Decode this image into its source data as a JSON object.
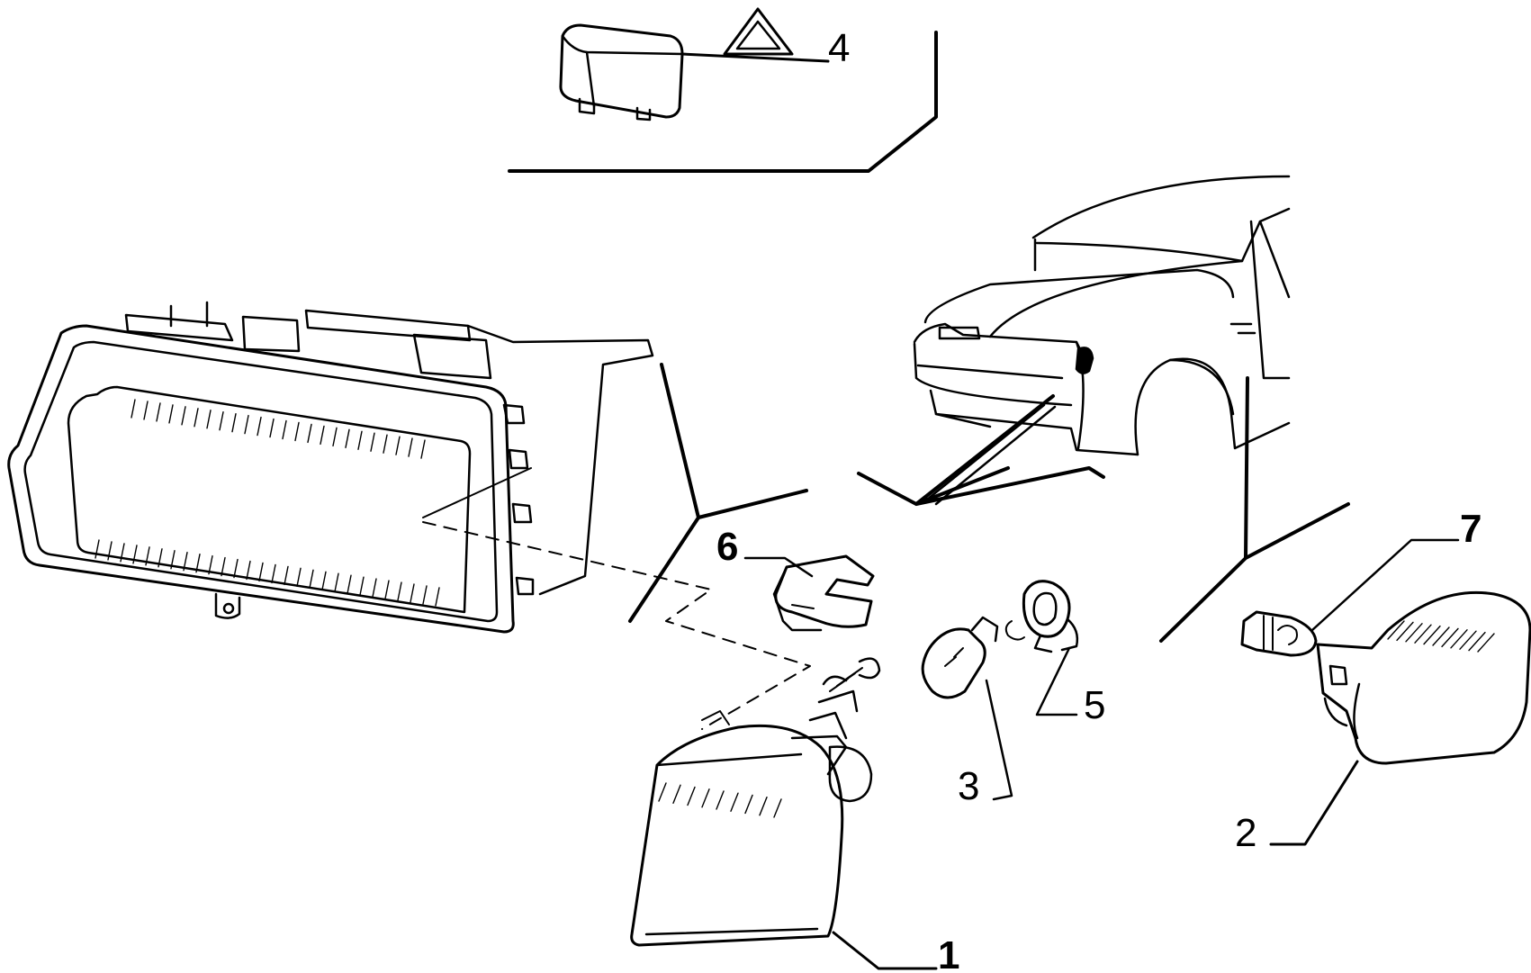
{
  "colors": {
    "ink": "#000000",
    "paper": "#ffffff"
  },
  "icons": {
    "warning": "warning-triangle-icon"
  },
  "callouts": {
    "c1": {
      "label": "1",
      "part": "turn-signal-lamp"
    },
    "c2": {
      "label": "2",
      "part": "side-repeater-lamp"
    },
    "c3": {
      "label": "3",
      "part": "turn-signal-bulb"
    },
    "c4": {
      "label": "4",
      "part": "flasher-relay"
    },
    "c5": {
      "label": "5",
      "part": "bulb-holder"
    },
    "c6": {
      "label": "6",
      "part": "clip"
    },
    "c7": {
      "label": "7",
      "part": "wedge-bulb"
    }
  }
}
